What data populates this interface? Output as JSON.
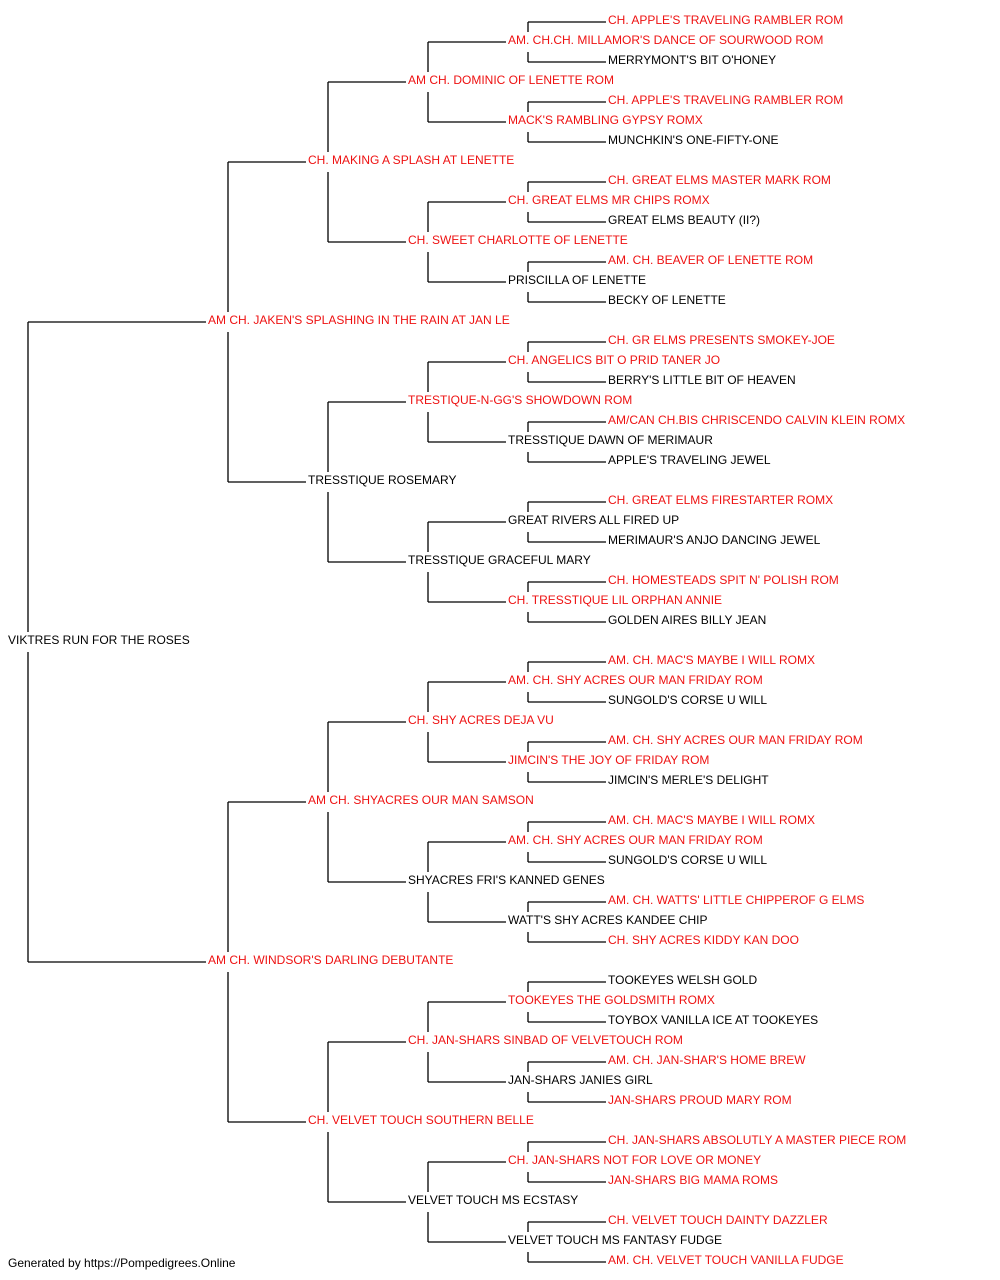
{
  "colors": {
    "titled": "#ee1111",
    "plain": "#000000",
    "lines": "#000000"
  },
  "root": {
    "name": "VIKTRES RUN FOR THE ROSES",
    "titled": false
  },
  "generation1": [
    {
      "name": "AM CH. JAKEN'S SPLASHING IN THE RAIN AT JAN LE",
      "titled": true
    },
    {
      "name": "AM CH. WINDSOR'S DARLING DEBUTANTE",
      "titled": true
    }
  ],
  "generation2": [
    {
      "name": "CH. MAKING A SPLASH AT LENETTE",
      "titled": true
    },
    {
      "name": "TRESSTIQUE ROSEMARY",
      "titled": false
    },
    {
      "name": "AM CH. SHYACRES OUR MAN SAMSON",
      "titled": true
    },
    {
      "name": "CH. VELVET TOUCH SOUTHERN BELLE",
      "titled": true
    }
  ],
  "generation3": [
    {
      "name": "AM CH. DOMINIC OF LENETTE ROM",
      "titled": true
    },
    {
      "name": "CH. SWEET CHARLOTTE OF LENETTE",
      "titled": true
    },
    {
      "name": "TRESTIQUE-N-GG'S SHOWDOWN ROM",
      "titled": true
    },
    {
      "name": "TRESSTIQUE GRACEFUL MARY",
      "titled": false
    },
    {
      "name": "CH. SHY ACRES DEJA VU",
      "titled": true
    },
    {
      "name": "SHYACRES FRI'S KANNED GENES",
      "titled": false
    },
    {
      "name": "CH. JAN-SHARS SINBAD OF VELVETOUCH ROM",
      "titled": true
    },
    {
      "name": "VELVET TOUCH MS ECSTASY",
      "titled": false
    }
  ],
  "generation4": [
    {
      "name": "AM. CH.CH. MILLAMOR'S DANCE OF SOURWOOD ROM",
      "titled": true
    },
    {
      "name": "MACK'S RAMBLING GYPSY ROMX",
      "titled": true
    },
    {
      "name": "CH. GREAT ELMS MR CHIPS ROMX",
      "titled": true
    },
    {
      "name": "PRISCILLA OF LENETTE",
      "titled": false
    },
    {
      "name": "CH. ANGELICS BIT O PRID TANER JO",
      "titled": true
    },
    {
      "name": "TRESSTIQUE DAWN OF MERIMAUR",
      "titled": false
    },
    {
      "name": "GREAT RIVERS ALL FIRED UP",
      "titled": false
    },
    {
      "name": "CH. TRESSTIQUE LIL ORPHAN ANNIE",
      "titled": true
    },
    {
      "name": "AM. CH. SHY ACRES OUR MAN FRIDAY ROM",
      "titled": true
    },
    {
      "name": "JIMCIN'S THE JOY OF FRIDAY ROM",
      "titled": true
    },
    {
      "name": "AM. CH. SHY ACRES OUR MAN FRIDAY ROM",
      "titled": true
    },
    {
      "name": "WATT'S SHY ACRES KANDEE CHIP",
      "titled": false
    },
    {
      "name": "TOOKEYES THE GOLDSMITH ROMX",
      "titled": true
    },
    {
      "name": "JAN-SHARS JANIES GIRL",
      "titled": false
    },
    {
      "name": "CH. JAN-SHARS NOT FOR LOVE OR MONEY",
      "titled": true
    },
    {
      "name": "VELVET TOUCH MS FANTASY FUDGE",
      "titled": false
    }
  ],
  "generation5": [
    {
      "name": "CH. APPLE'S TRAVELING RAMBLER ROM",
      "titled": true
    },
    {
      "name": "MERRYMONT'S BIT O'HONEY",
      "titled": false
    },
    {
      "name": "CH. APPLE'S TRAVELING RAMBLER ROM",
      "titled": true
    },
    {
      "name": "MUNCHKIN'S ONE-FIFTY-ONE",
      "titled": false
    },
    {
      "name": "CH. GREAT ELMS MASTER MARK ROM",
      "titled": true
    },
    {
      "name": "GREAT ELMS BEAUTY (II?)",
      "titled": false
    },
    {
      "name": "AM. CH. BEAVER OF LENETTE ROM",
      "titled": true
    },
    {
      "name": "BECKY OF LENETTE",
      "titled": false
    },
    {
      "name": "CH. GR ELMS PRESENTS SMOKEY-JOE",
      "titled": true
    },
    {
      "name": "BERRY'S LITTLE BIT OF HEAVEN",
      "titled": false
    },
    {
      "name": "AM/CAN CH.BIS CHRISCENDO CALVIN KLEIN ROMX",
      "titled": true
    },
    {
      "name": "APPLE'S TRAVELING JEWEL",
      "titled": false
    },
    {
      "name": "CH. GREAT ELMS FIRESTARTER ROMX",
      "titled": true
    },
    {
      "name": "MERIMAUR'S ANJO DANCING JEWEL",
      "titled": false
    },
    {
      "name": "CH. HOMESTEADS SPIT N' POLISH ROM",
      "titled": true
    },
    {
      "name": "GOLDEN AIRES BILLY JEAN",
      "titled": false
    },
    {
      "name": "AM. CH. MAC'S MAYBE I WILL ROMX",
      "titled": true
    },
    {
      "name": "SUNGOLD'S CORSE U WILL",
      "titled": false
    },
    {
      "name": "AM. CH. SHY ACRES OUR MAN FRIDAY ROM",
      "titled": true
    },
    {
      "name": "JIMCIN'S MERLE'S DELIGHT",
      "titled": false
    },
    {
      "name": "AM. CH. MAC'S MAYBE I WILL ROMX",
      "titled": true
    },
    {
      "name": "SUNGOLD'S CORSE U WILL",
      "titled": false
    },
    {
      "name": "AM. CH. WATTS' LITTLE CHIPPEROF G ELMS",
      "titled": true
    },
    {
      "name": "CH. SHY ACRES KIDDY KAN DOO",
      "titled": true
    },
    {
      "name": "TOOKEYES WELSH GOLD",
      "titled": false
    },
    {
      "name": "TOYBOX VANILLA ICE AT TOOKEYES",
      "titled": false
    },
    {
      "name": "AM. CH. JAN-SHAR'S HOME BREW",
      "titled": true
    },
    {
      "name": "JAN-SHARS PROUD MARY ROM",
      "titled": true
    },
    {
      "name": "CH. JAN-SHARS ABSOLUTLY A MASTER PIECE ROM",
      "titled": true
    },
    {
      "name": "JAN-SHARS BIG MAMA ROMS",
      "titled": true
    },
    {
      "name": "CH. VELVET TOUCH DAINTY DAZZLER",
      "titled": true
    },
    {
      "name": "AM. CH. VELVET TOUCH VANILLA FUDGE",
      "titled": true
    }
  ],
  "footer": {
    "text": "Generated by https://Pompedigrees.Online"
  }
}
